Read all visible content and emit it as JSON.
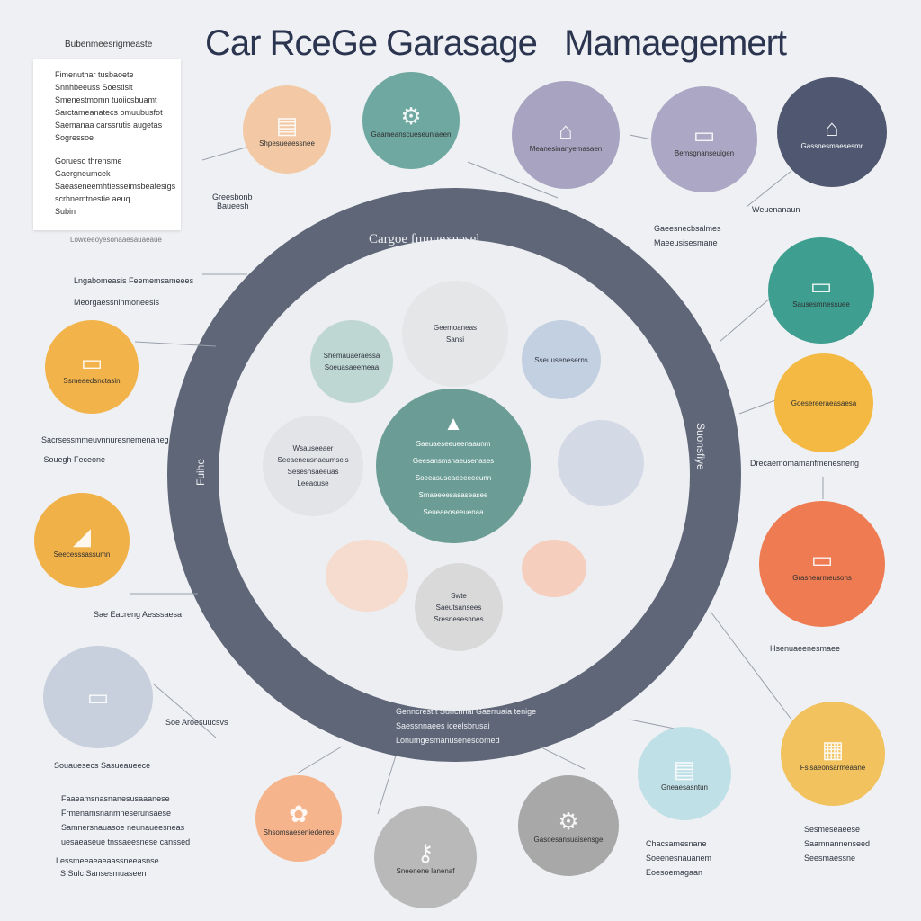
{
  "title": "Car RceGe Garasage   Mamaegemert",
  "legend": {
    "header": "Bubenmeesrigmeaste",
    "lines": [
      "Fimenuthar tusbaoete",
      "Snnhbeeuss Soestisit",
      "Smenestmomn tuoiicsbuamt",
      "Sarctameanatecs omuubusfot",
      "Saemanaa carssrutis augetas",
      "Sogressoe",
      "Gorueso thrensme",
      "Gaergneumcek",
      "Saeaseneemhtiesseimsbeatesigs",
      "scrhnemtnestie aeuq",
      "Subin"
    ],
    "footer": "Lowceeoyesonaaesauaeaue"
  },
  "ring": {
    "top_label": "Cargoe fmnuexnesel",
    "left_label": "Fuihe",
    "right_label": "Suonsfiye",
    "bottom_lines": [
      "Genncrest t Suncnnai Gaerruaia tenige",
      "Saessnnaees iceelsbrusai",
      "Lonumgesmanusenescomed"
    ]
  },
  "outer_nodes": [
    {
      "name": "node-storage",
      "color": "#f2c9a4",
      "icon": "▤",
      "label": "Shpesueaessnee"
    },
    {
      "name": "node-tools",
      "color": "#6fa8a0",
      "icon": "⚙",
      "label": "Gaameanscueseuniaeen"
    },
    {
      "name": "node-lift",
      "color": "#a7a3c1",
      "icon": "⌂",
      "label": "Meanesinanyemasaen"
    },
    {
      "name": "node-parts",
      "color": "#aca7c4",
      "icon": "▭",
      "label": "Bemsgnanseuigen"
    },
    {
      "name": "node-garage",
      "color": "#4f5870",
      "icon": "⌂",
      "label": "Gassnesmaesesmr",
      "dark": true
    },
    {
      "name": "node-fleet",
      "color": "#3e9e90",
      "icon": "▭",
      "label": "Sausesmnessuee"
    },
    {
      "name": "node-schedule",
      "color": "#f3b943",
      "icon": "",
      "label": "Goesereeraeasaesa"
    },
    {
      "name": "node-repair",
      "color": "#ee7b52",
      "icon": "▭",
      "label": "Grasnearmeusons"
    },
    {
      "name": "node-billing",
      "color": "#f1c25e",
      "icon": "▦",
      "label": "Fsisaeonsarmeaane"
    },
    {
      "name": "node-wash",
      "color": "#bfe0e6",
      "icon": "▤",
      "label": "Gneaesasntun"
    },
    {
      "name": "node-engine",
      "color": "#a8a8a8",
      "icon": "⚙",
      "label": "Gasoesansuaisensge"
    },
    {
      "name": "node-key",
      "color": "#b9b9b9",
      "icon": "⚷",
      "label": "Sneenene lanenaf"
    },
    {
      "name": "node-service",
      "color": "#f5b48c",
      "icon": "✿",
      "label": "Shsomsaeseniedenes"
    },
    {
      "name": "node-inventory",
      "color": "#c7d0dc",
      "icon": "▭",
      "label": ""
    },
    {
      "name": "node-lift2",
      "color": "#f1b149",
      "icon": "◢",
      "label": "Seecesssassumn"
    },
    {
      "name": "node-car",
      "color": "#f2b34a",
      "icon": "▭",
      "label": "Ssmeaedsnctasin"
    }
  ],
  "side_labels": [
    {
      "name": "label-scheduler",
      "text": "Greesbonb\n  Baueesh"
    },
    {
      "name": "label-linked-mgmt",
      "text": "Lngabomeasis Feememsameees\nMeorgaessninmoneesis"
    },
    {
      "name": "label-services",
      "text": "Sacrsessmmeuvnnuresnemenaneg\n Souegh Feceone"
    },
    {
      "name": "label-scope",
      "text": "Sae Eacreng Aesssaesa"
    },
    {
      "name": "label-bottom-left-head",
      "text": "Souauesecs Sasueaueece"
    },
    {
      "name": "label-bottom-left-body",
      "text": "Faaeamsnasnanesusaaanese\nFrmenamsnanmneserunsaese\nSamnersnauasoe neunaueesneas\nuesaeaseue tnssaeesnese canssed"
    },
    {
      "name": "label-bottom-left-foot",
      "text": "Lessmeeaeaeaassneeasnse\n  S Sulc Sansesmuaseen"
    },
    {
      "name": "label-devaluest",
      "text": "Soe Aroesuucsvs"
    },
    {
      "name": "label-assignments",
      "text": "Gaeesnecbsalmes\nMaeeusisesmane"
    },
    {
      "name": "label-resonanc",
      "text": "Weuenanaun"
    },
    {
      "name": "label-recamanee",
      "text": "Drecaemomamanfmenesneng"
    },
    {
      "name": "label-hoeovns",
      "text": "Hsenuaeenesmaee"
    },
    {
      "name": "label-chaaaeeus",
      "text": "Chacsamesnane\nSoeenesnauanem\nEoesoemagaan"
    },
    {
      "name": "label-smseeneres",
      "text": "Sesmeseaeese\nSaamnannenseed\nSeesmaessne"
    }
  ],
  "inner_nodes": [
    {
      "name": "inner-top",
      "color": "#e4e6e8",
      "lines": [
        "Geemoaneas",
        "Sansi"
      ]
    },
    {
      "name": "inner-teal",
      "color": "#bfd7d2",
      "lines": [
        "Shemauaeraessa",
        "Soeuasaeemeaa"
      ]
    },
    {
      "name": "inner-blue",
      "color": "#c3d0e2",
      "lines": [
        "Sseuuseneserns"
      ]
    },
    {
      "name": "inner-left",
      "color": "#e3e4e7",
      "lines": [
        "Wsauseeaer",
        "Seeaeneusnaeumseis",
        "Sesesnsaeeuas",
        "Leeaouse"
      ]
    },
    {
      "name": "inner-right",
      "color": "#d4d9e6",
      "lines": [
        ""
      ]
    },
    {
      "name": "inner-peach",
      "color": "#f8d8c8",
      "lines": [
        ""
      ]
    },
    {
      "name": "inner-peach2",
      "color": "#f8c8b4",
      "lines": [
        ""
      ]
    },
    {
      "name": "inner-bottom",
      "color": "#d9d9d9",
      "lines": [
        "Swte",
        "Saeutsansees",
        "Sresnesesnnes"
      ]
    }
  ],
  "center": {
    "lines": [
      "Saeuaeseeueenaaunm",
      "Geesansmsnaeusenases",
      "Soeeasuseaeeeeeeunn",
      "Smaeeeesasaseasee",
      "Seueaeoseeuenaa"
    ]
  }
}
